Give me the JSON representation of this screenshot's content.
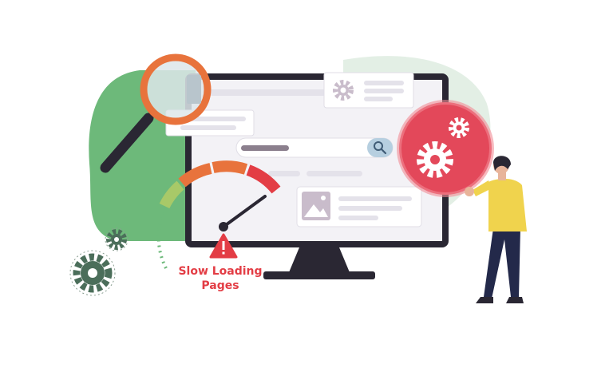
{
  "warning": {
    "line1": "Slow Loading",
    "line2": "Pages"
  },
  "colors": {
    "monitor_frame": "#2a2733",
    "screen": "#f3f2f6",
    "placeholder": "#e4e2ea",
    "placeholder_dark": "#8b7f8d",
    "search_accent": "#b6cfe0",
    "green_blob": "#6db97a",
    "green_blob_right": "#cfe3d2",
    "magnifier_ring": "#e8733c",
    "gear_ball": "#e3485a",
    "gear_dark": "#4b6e5a",
    "warning_red": "#e33d45",
    "person_shirt": "#f0d34d",
    "person_pants": "#23294a",
    "gauge": [
      "#6db97a",
      "#a8c968",
      "#e8733c",
      "#e33d45"
    ]
  },
  "icons": {
    "gear": "gear-icon",
    "image": "image-icon",
    "search": "search-icon",
    "warning": "warning-icon"
  },
  "gauge": {
    "needle_level": 0.78
  }
}
